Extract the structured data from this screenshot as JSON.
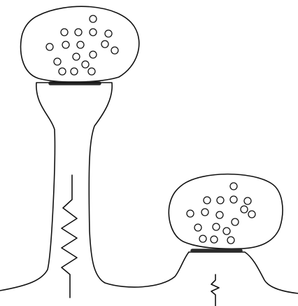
{
  "diagram": {
    "spines": [
      {
        "id": "tall-spine",
        "vesicle_count": 18,
        "has_zigzag_neck": true
      },
      {
        "id": "short-spine",
        "vesicle_count": 17,
        "has_zigzag_neck": true
      }
    ],
    "colors": {
      "line": "#111111",
      "postsynaptic_density": "#2b2b2b",
      "background": "#ffffff"
    }
  }
}
